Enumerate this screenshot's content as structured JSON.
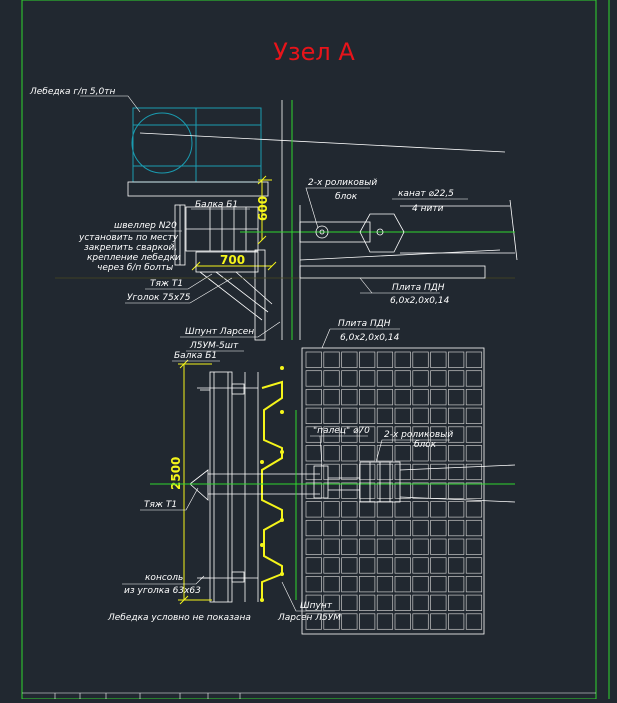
{
  "drawing": {
    "title": "Узел А",
    "colors": {
      "background": "#212830",
      "frame": "#2ed62e",
      "title": "#e8141a",
      "lines": "#ffffff",
      "piles": "#f5f51a",
      "winch": "#1a9bb0",
      "cable": "#2ed62e"
    },
    "top_view": {
      "winch_label": "Лебедка г/п 5,0тн",
      "beam_label": "Балка Б1",
      "dim_vertical": "600",
      "dim_horizontal": "700",
      "block_label": [
        "2-х роликовый",
        "блок"
      ],
      "rope_label": "канат ⌀22,5",
      "threads_label": "4 нити",
      "channel_label": [
        "швеллер N20",
        "установить по месту",
        "закрепить сваркой,",
        "крепление лебедки",
        "через б/п болты"
      ],
      "rod_label": "Тяж Т1",
      "angle_label": "Уголок 75х75",
      "plate_label": "Плита ПДН",
      "plate_size": "6,0х2,0х0,14",
      "sheet_pile_label": "Шпунт Ларсен"
    },
    "plan_view": {
      "pile_l5_label": "Л5УМ-5шт",
      "beam_label": "Балка Б1",
      "plate_label": "Плита ПДН",
      "plate_size": "6,0х2,0х0,14",
      "pin_label": "\"палец\" ⌀70",
      "block_label": [
        "2-х роликовый",
        "блок"
      ],
      "dim_vertical": "2500",
      "rod_label": "Тяж Т1",
      "console_label": [
        "консоль",
        "из уголка 63х63"
      ],
      "note": "Лебедка условно не показана",
      "sheet_pile_label": [
        "Шпунт",
        "Ларсен Л5УМ"
      ]
    }
  }
}
